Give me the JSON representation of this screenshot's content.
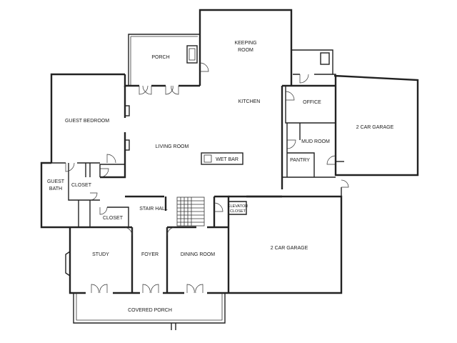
{
  "rooms": {
    "porch": "PORCH",
    "keeping_room_1": "KEEPING",
    "keeping_room_2": "ROOM",
    "kitchen": "KITCHEN",
    "office": "OFFICE",
    "guest_bedroom": "GUEST BEDROOM",
    "living_room": "LIVING ROOM",
    "wet_bar": "WET BAR",
    "mud_room": "MUD ROOM",
    "pantry": "PANTRY",
    "garage_upper": "2 CAR GARAGE",
    "guest_bath_1": "GUEST",
    "guest_bath_2": "BATH",
    "closet_guest": "CLOSET",
    "closet_hall": "CLOSET",
    "stair_hall": "STAIR HALL",
    "elevator_closet_1": "ELEVATOR",
    "elevator_closet_2": "CLOSET",
    "garage_lower": "2 CAR GARAGE",
    "study": "STUDY",
    "foyer": "FOYER",
    "dining_room": "DINING ROOM",
    "covered_porch": "COVERED PORCH"
  },
  "colors": {
    "wall": "#222222",
    "background": "#ffffff"
  }
}
